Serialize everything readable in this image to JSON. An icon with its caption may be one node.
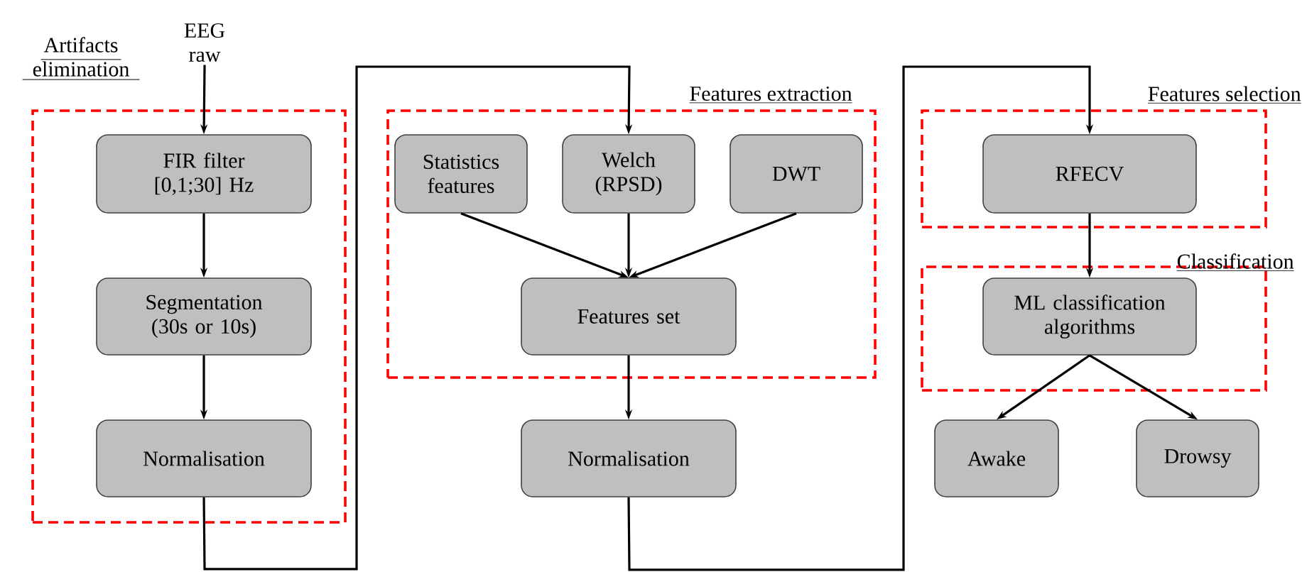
{
  "diagram": {
    "nodes": [
      {
        "text": [
          "Artifacts elimination"
        ]
      },
      {
        "text": [
          "EEG raw"
        ]
      },
      {
        "text": [
          "FIR filter [0,1;30] Hz"
        ],
        "in": 0
      },
      {
        "text": [
          "Segmentation (30s or 10s)"
        ],
        "in": 0
      },
      {
        "text": [
          "Normalisation"
        ],
        "in": 0
      },
      {
        "text": [
          "Features extraction"
        ]
      },
      {
        "text": [
          "Statistics features"
        ],
        "in": 5
      },
      {
        "text": [
          "Welch (RPSD)"
        ],
        "in": 5
      },
      {
        "text": [
          "DWT"
        ],
        "in": 5
      },
      {
        "text": [
          "Features set"
        ],
        "in": 5
      },
      {
        "text": [
          "Normalisation"
        ]
      },
      {
        "text": [
          "Features selection"
        ]
      },
      {
        "text": [
          "RFECV"
        ],
        "in": 11
      },
      {
        "text": [
          "Classification"
        ]
      },
      {
        "text": [
          "ML classification algorithms"
        ],
        "in": 13
      },
      {
        "text": [
          "Awake"
        ]
      },
      {
        "text": [
          "Drowsy"
        ]
      }
    ],
    "edges": [
      {
        "from": 1,
        "to": 2,
        "arrow": "to"
      },
      {
        "from": 2,
        "to": 3,
        "arrow": "to"
      },
      {
        "from": 3,
        "to": 4,
        "arrow": "to"
      },
      {
        "from": 4,
        "to": 7,
        "arrow": "to"
      },
      {
        "from": 6,
        "to": 9,
        "arrow": "to"
      },
      {
        "from": 7,
        "to": 9,
        "arrow": "to"
      },
      {
        "from": 8,
        "to": 9,
        "arrow": "to"
      },
      {
        "from": 9,
        "to": 10,
        "arrow": "to"
      },
      {
        "from": 10,
        "to": 12,
        "arrow": "to"
      },
      {
        "from": 12,
        "to": 14,
        "arrow": "to"
      },
      {
        "from": 14,
        "to": 15,
        "arrow": "to"
      },
      {
        "from": 14,
        "to": 16,
        "arrow": "to"
      }
    ]
  }
}
